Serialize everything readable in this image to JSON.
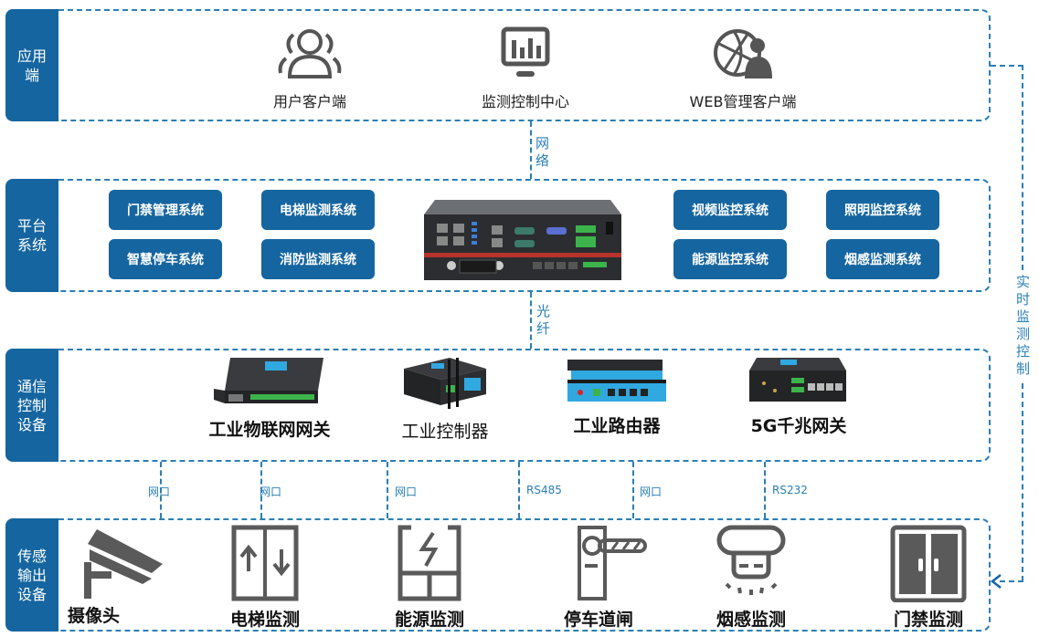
{
  "layers": {
    "application": {
      "tag": "应用端",
      "items": [
        {
          "label": "用户客户端",
          "icon": "users-icon"
        },
        {
          "label": "监测控制中心",
          "icon": "monitor-chart-icon"
        },
        {
          "label": "WEB管理客户端",
          "icon": "globe-user-icon"
        }
      ]
    },
    "platform": {
      "tag": "平台系统",
      "systems_left": [
        "门禁管理系统",
        "电梯监测系统",
        "智慧停车系统",
        "消防监测系统"
      ],
      "systems_right": [
        "视频监控系统",
        "照明监控系统",
        "能源监控系统",
        "烟感监测系统"
      ],
      "device_icon": "industrial-computer-icon"
    },
    "communication": {
      "tag": "通信控制设备",
      "devices": [
        {
          "label": "工业物联网网关",
          "icon": "iot-gateway-icon"
        },
        {
          "label": "工业控制器",
          "icon": "industrial-controller-icon"
        },
        {
          "label": "工业路由器",
          "icon": "industrial-router-icon"
        },
        {
          "label": "5G千兆网关",
          "icon": "5g-gateway-icon"
        }
      ]
    },
    "sensor": {
      "tag": "传感输出设备",
      "items": [
        {
          "label": "摄像头",
          "icon": "camera-icon"
        },
        {
          "label": "电梯监测",
          "icon": "elevator-icon"
        },
        {
          "label": "能源监测",
          "icon": "energy-icon"
        },
        {
          "label": "停车道闸",
          "icon": "barrier-gate-icon"
        },
        {
          "label": "烟感监测",
          "icon": "smoke-detector-icon"
        },
        {
          "label": "门禁监测",
          "icon": "door-icon"
        }
      ]
    }
  },
  "connections": {
    "app_to_platform": "网络",
    "platform_to_comm": "光纤",
    "comm_to_sensor": [
      "网口",
      "网口",
      "网口",
      "RS485",
      "网口",
      "RS232"
    ],
    "realtime": "实时监测控制"
  },
  "colors": {
    "accent": "#1565a0",
    "dash": "#2a7fb5",
    "icon": "#555555"
  }
}
